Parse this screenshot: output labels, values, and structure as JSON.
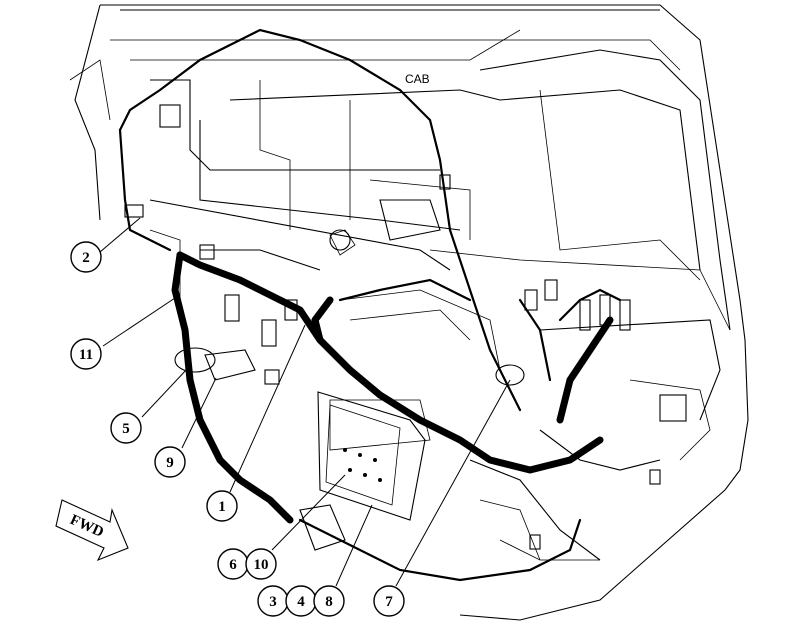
{
  "labels": {
    "cab": "CAB",
    "fwd": "FWD"
  },
  "callouts": [
    "2",
    "11",
    "5",
    "9",
    "1",
    "6",
    "10",
    "3",
    "4",
    "8",
    "7"
  ],
  "colors": {
    "line": "#000000",
    "background": "#ffffff"
  }
}
